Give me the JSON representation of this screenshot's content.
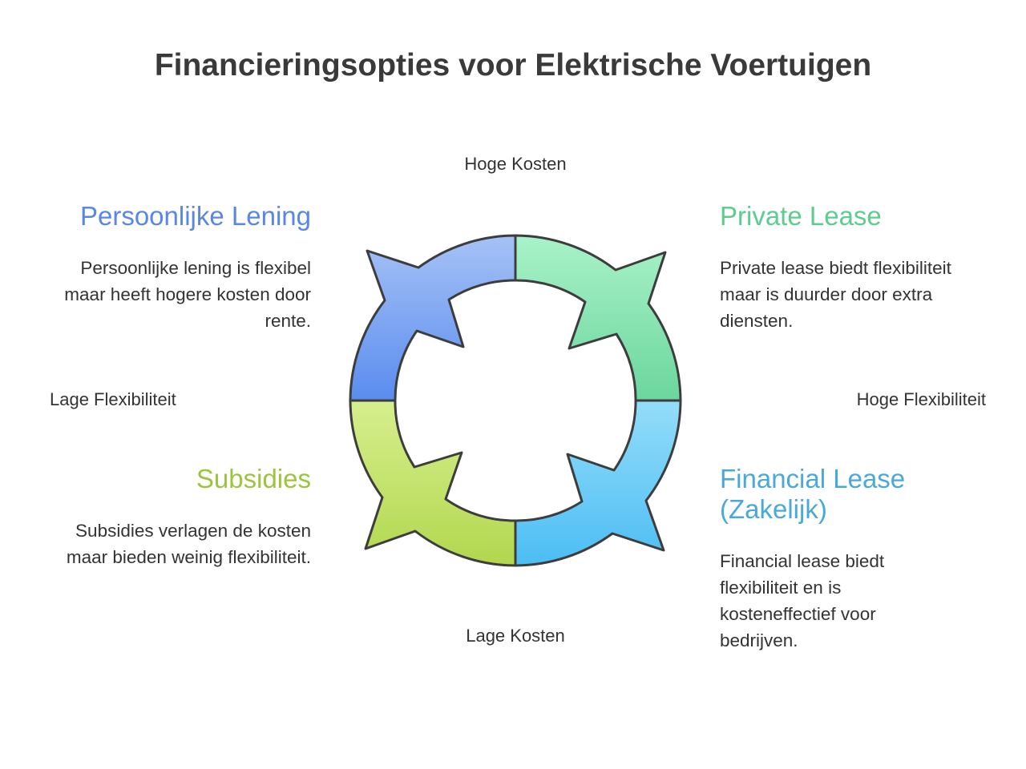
{
  "title": "Financieringsopties voor Elektrische Voertuigen",
  "axes": {
    "top": "Hoge Kosten",
    "bottom": "Lage Kosten",
    "left": "Lage Flexibiliteit",
    "right": "Hoge Flexibiliteit"
  },
  "quadrants": [
    {
      "title": "Persoonlijke Lening",
      "description": "Persoonlijke lening is flexibel maar heeft hogere kosten door rente.",
      "color": "#5b8def"
    },
    {
      "title": "Private Lease",
      "description": "Private lease biedt flexibiliteit maar is duurder door extra diensten.",
      "color": "#5dd39a"
    },
    {
      "title": "Financial Lease (Zakelijk)",
      "description": "Financial lease biedt flexibiliteit en is kosteneffectief voor bedrijven.",
      "color": "#4aa8d8"
    },
    {
      "title": "Subsidies",
      "description": "Subsidies verlagen de kosten maar bieden weinig flexibiliteit.",
      "color": "#9cc43c"
    }
  ]
}
